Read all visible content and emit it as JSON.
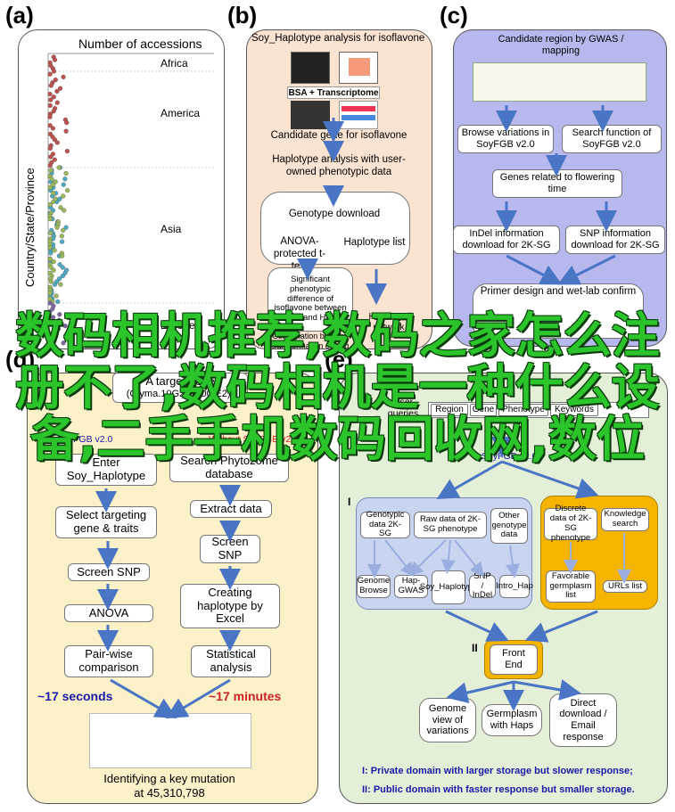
{
  "panels": {
    "a": {
      "letter": "(a)",
      "title": "Number of accessions",
      "ylabel": "Country/State/Province",
      "regions": [
        "Africa",
        "America",
        "Asia",
        "Europe"
      ]
    },
    "b": {
      "letter": "(b)",
      "title": "Soy_Haplotype analysis for isoflavone",
      "bsa": "BSA + Transcriptome",
      "candidate": "Candidate gene for isoflavone",
      "haplo_analysis": "Haplotype analysis with user-owned phenotypic data",
      "genotype_download": "Genotype download",
      "anova": "ANOVA-protected t-test",
      "haplotype_list": "Haplotype list",
      "significant": "Significant phenotypic difference of isoflavone between Hap1 and Hap2",
      "haplo_network": "Haplotype network",
      "confirmation": "Confirmation by gene transformation editing"
    },
    "c": {
      "letter": "(c)",
      "title": "Candidate region by GWAS / mapping",
      "browse": "Browse variations in SoyFGB v2.0",
      "search_func": "Search function of SoyFGB v2.0",
      "genes_related": "Genes related to flowering time",
      "indel": "InDel information download for 2K-SG",
      "snp": "SNP information download for 2K-SG",
      "primer": "Primer design and wet-lab confirm"
    },
    "d": {
      "letter": "(d)",
      "target_gene": "A target gene",
      "gene_id": "(Glyma.10G221500(E2))",
      "with": "With SoyFGB v2.0",
      "without": "Without SoyFGB v2.0",
      "left": [
        "Enter Soy_Haplotype",
        "Select targeting gene & traits",
        "Screen SNP",
        "ANOVA",
        "Pair-wise comparison"
      ],
      "right": [
        "Search Phytozome database",
        "Extract data",
        "Screen SNP",
        "Creating haplotype by Excel",
        "Statistical analysis"
      ],
      "time_left": "~17 seconds",
      "time_right": "~17 minutes",
      "result_line1": "Identifying a key mutation",
      "result_line2": "at 45,310,798"
    },
    "e": {
      "letter": "(e)",
      "user_queries": "User queries",
      "tabs": [
        "Region",
        "Gene",
        "Phenotype",
        "Keywords"
      ],
      "soyfgb": "SoyFGB v2.0",
      "marker_one": "I",
      "marker_two": "II",
      "blue_top": [
        "Genotypic data 2K-SG",
        "Raw data of 2K-SG phenotype",
        "Other genotype data"
      ],
      "blue_bottom": [
        "Genome Browse",
        "Hap-GWAS",
        "Soy_Haplotype",
        "SNP / InDel",
        "Intro_Hap"
      ],
      "orange_top": [
        "Discrete data of 2K-SG phenotype",
        "Knowledge search"
      ],
      "orange_bottom": [
        "Favorable germplasm list",
        "URLs list"
      ],
      "front_end": "Front End",
      "outputs": [
        "Genome view of variations",
        "Germplasm with Haps",
        "Direct download / Email response"
      ],
      "legend1": "I:  Private domain with larger storage but slower response;",
      "legend2": "II: Public domain with faster response but smaller storage."
    }
  },
  "overlay_text": "数码相机推荐,数码之家怎么注册不了,数码相机是一种什么设备,二手手机数码回收网,数位",
  "colors": {
    "panel_a_bg": "#ffffff",
    "panel_b_bg": "#fbe3d2",
    "panel_c_bg": "#b7b9ee",
    "panel_d_bg": "#fbf1c9",
    "panel_e_bg": "#e3efd6",
    "arrow_blue": "#4a74c4",
    "overlay_green": "#2bc42b",
    "orange": "#f5b400",
    "blue_group": "#c8d4f0"
  }
}
